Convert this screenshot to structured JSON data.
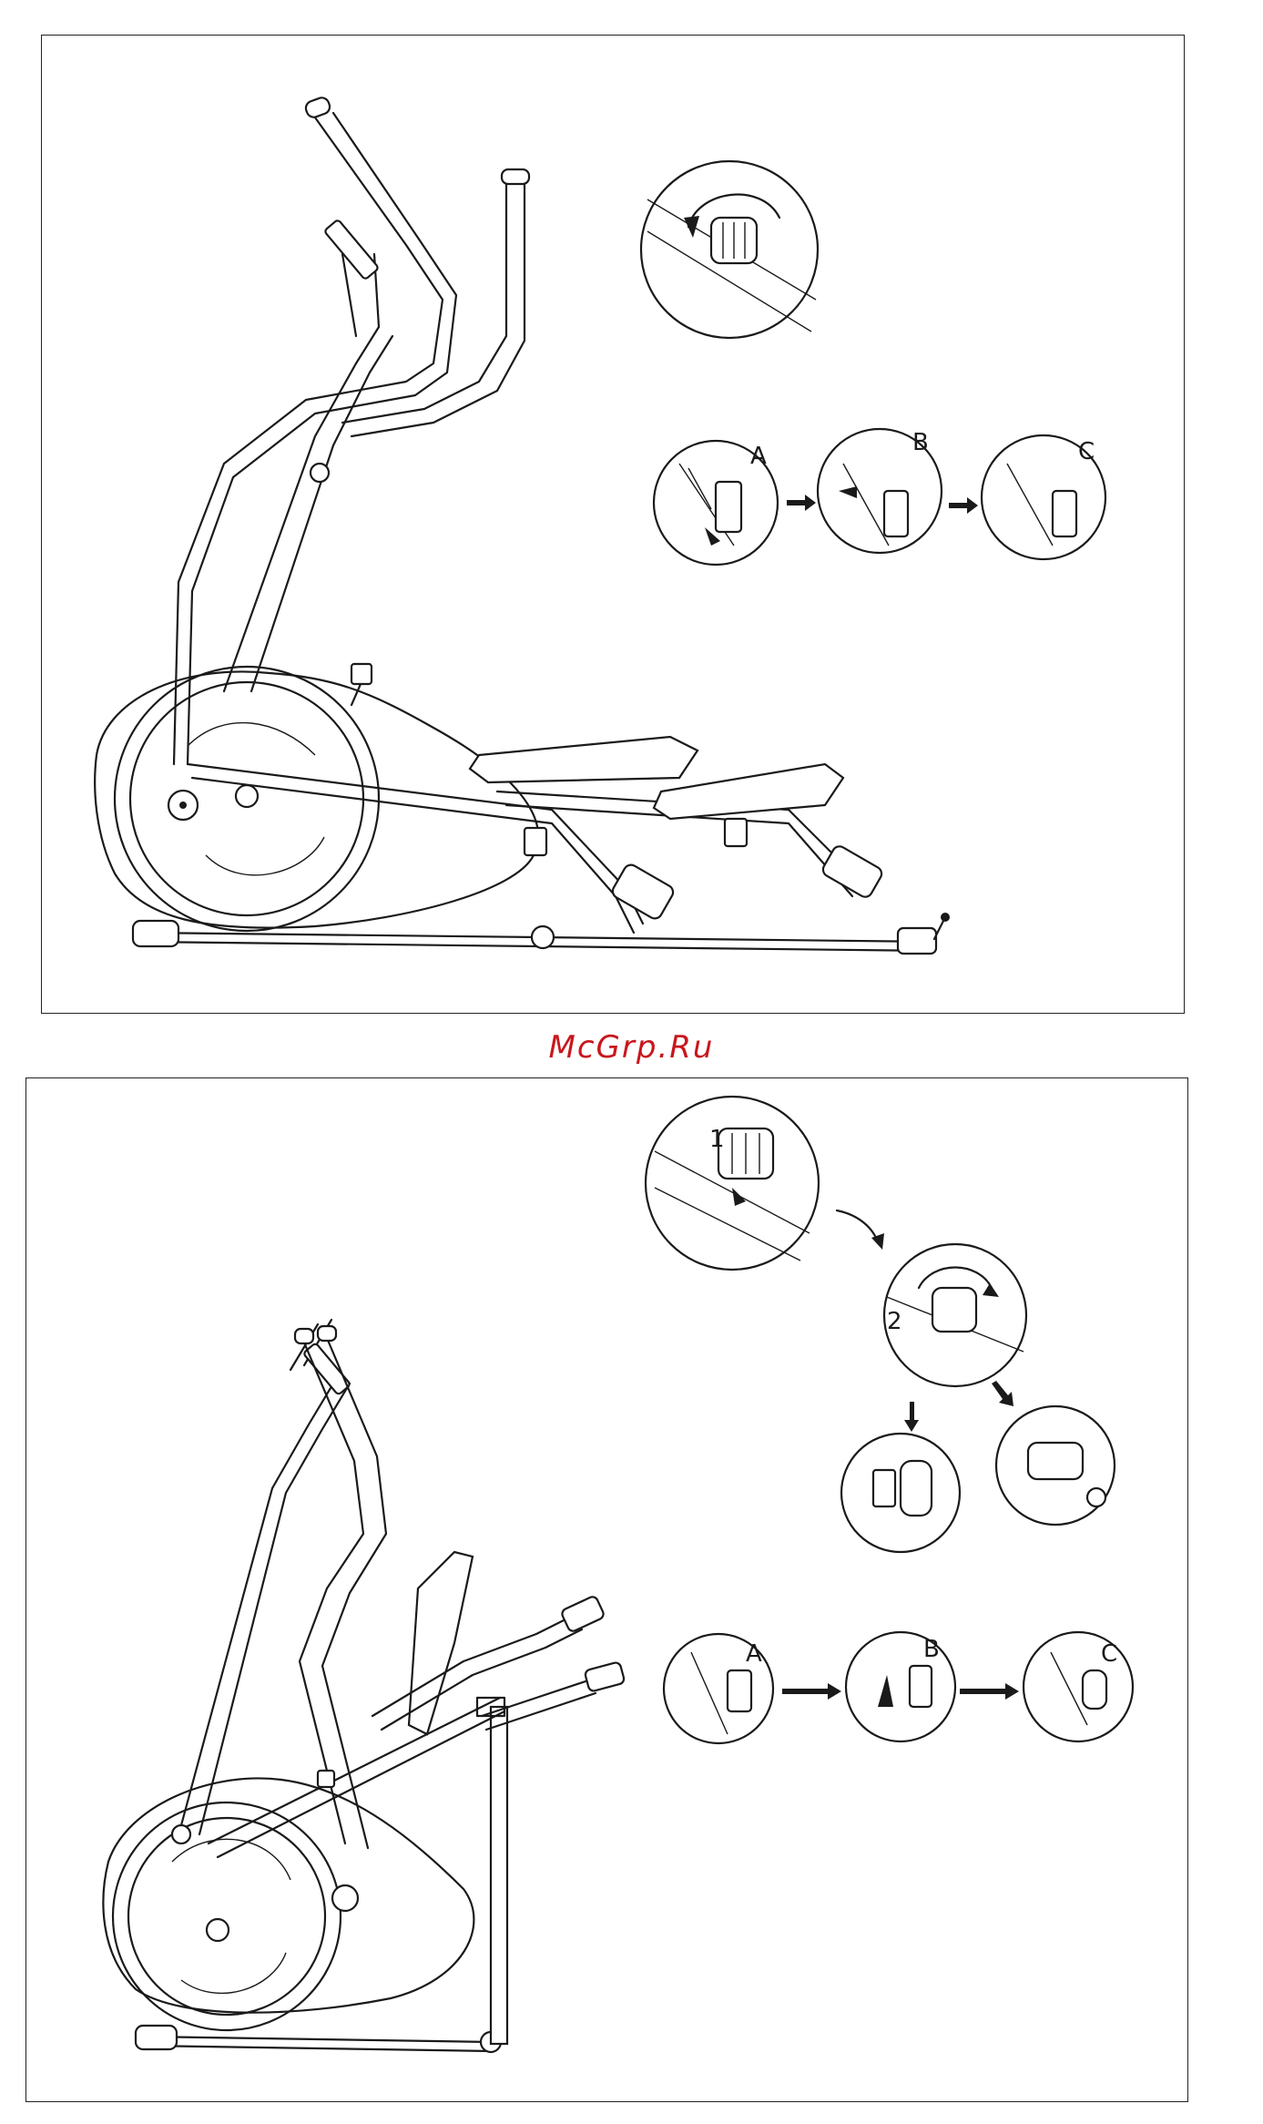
{
  "watermark": "McGrp.Ru",
  "top_panel": {
    "steps": [
      "A",
      "B",
      "C"
    ]
  },
  "bottom_panel": {
    "knob_steps": [
      "1",
      "2"
    ],
    "steps": [
      "A",
      "B",
      "C"
    ]
  }
}
